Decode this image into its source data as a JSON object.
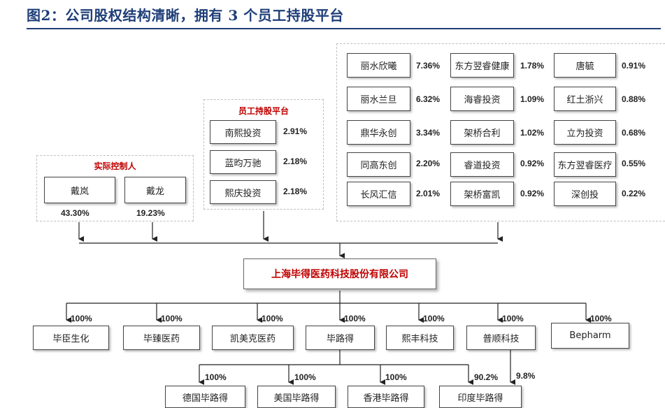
{
  "title": "图2：公司股权结构清晰，拥有 3 个员工持股平台",
  "controllers": {
    "label": "实际控制人",
    "people": [
      {
        "name": "戴岚",
        "pct": "43.30%"
      },
      {
        "name": "戴龙",
        "pct": "19.23%"
      }
    ]
  },
  "esop": {
    "label": "员工持股平台",
    "items": [
      {
        "name": "南熙投资",
        "pct": "2.91%"
      },
      {
        "name": "蓝昀万驰",
        "pct": "2.18%"
      },
      {
        "name": "熙庆投资",
        "pct": "2.18%"
      }
    ]
  },
  "investors": [
    {
      "name": "丽水欣曦",
      "pct": "7.36%"
    },
    {
      "name": "东方翌睿健康",
      "pct": "1.78%"
    },
    {
      "name": "唐毓",
      "pct": "0.91%"
    },
    {
      "name": "丽水兰旦",
      "pct": "6.32%"
    },
    {
      "name": "海睿投资",
      "pct": "1.09%"
    },
    {
      "name": "红土浙兴",
      "pct": "0.88%"
    },
    {
      "name": "鼎华永创",
      "pct": "3.34%"
    },
    {
      "name": "架桥合利",
      "pct": "1.02%"
    },
    {
      "name": "立为投资",
      "pct": "0.68%"
    },
    {
      "name": "同高东创",
      "pct": "2.20%"
    },
    {
      "name": "睿道投资",
      "pct": "0.92%"
    },
    {
      "name": "东方翌睿医疗",
      "pct": "0.55%"
    },
    {
      "name": "长风汇信",
      "pct": "2.01%"
    },
    {
      "name": "架桥富凯",
      "pct": "0.92%"
    },
    {
      "name": "深创投",
      "pct": "0.22%"
    }
  ],
  "company": "上海毕得医药科技股份有限公司",
  "subsidiaries": [
    {
      "name": "毕臣生化",
      "pct": "100%"
    },
    {
      "name": "毕臻医药",
      "pct": "100%"
    },
    {
      "name": "凯美克医药",
      "pct": "100%"
    },
    {
      "name": "毕路得",
      "pct": "100%"
    },
    {
      "name": "熙丰科技",
      "pct": "100%"
    },
    {
      "name": "普顺科技",
      "pct": "100%"
    },
    {
      "name": "Bepharm",
      "pct": "100%"
    }
  ],
  "grand_subsidiaries": [
    {
      "name": "德国毕路得",
      "pct": "100%"
    },
    {
      "name": "美国毕路得",
      "pct": "100%"
    },
    {
      "name": "香港毕路得",
      "pct": "100%"
    },
    {
      "name": "印度毕路得",
      "pct": "90.2%"
    }
  ],
  "india_minority_pct": "9.8%"
}
